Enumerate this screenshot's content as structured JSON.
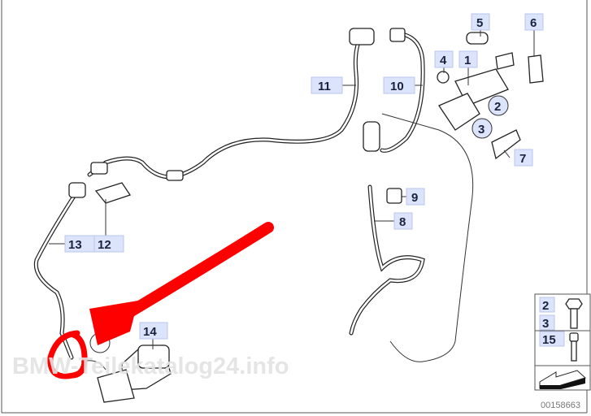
{
  "diagram": {
    "callouts": [
      "1",
      "2",
      "3",
      "4",
      "5",
      "6",
      "7",
      "8",
      "9",
      "10",
      "11",
      "12",
      "13",
      "14",
      "15"
    ],
    "legend": {
      "items": [
        "2",
        "3",
        "15"
      ]
    },
    "watermark": "BMW-Teilekatalog24.info",
    "diagram_code": "00158663",
    "annotation_color": "#ff0000"
  }
}
